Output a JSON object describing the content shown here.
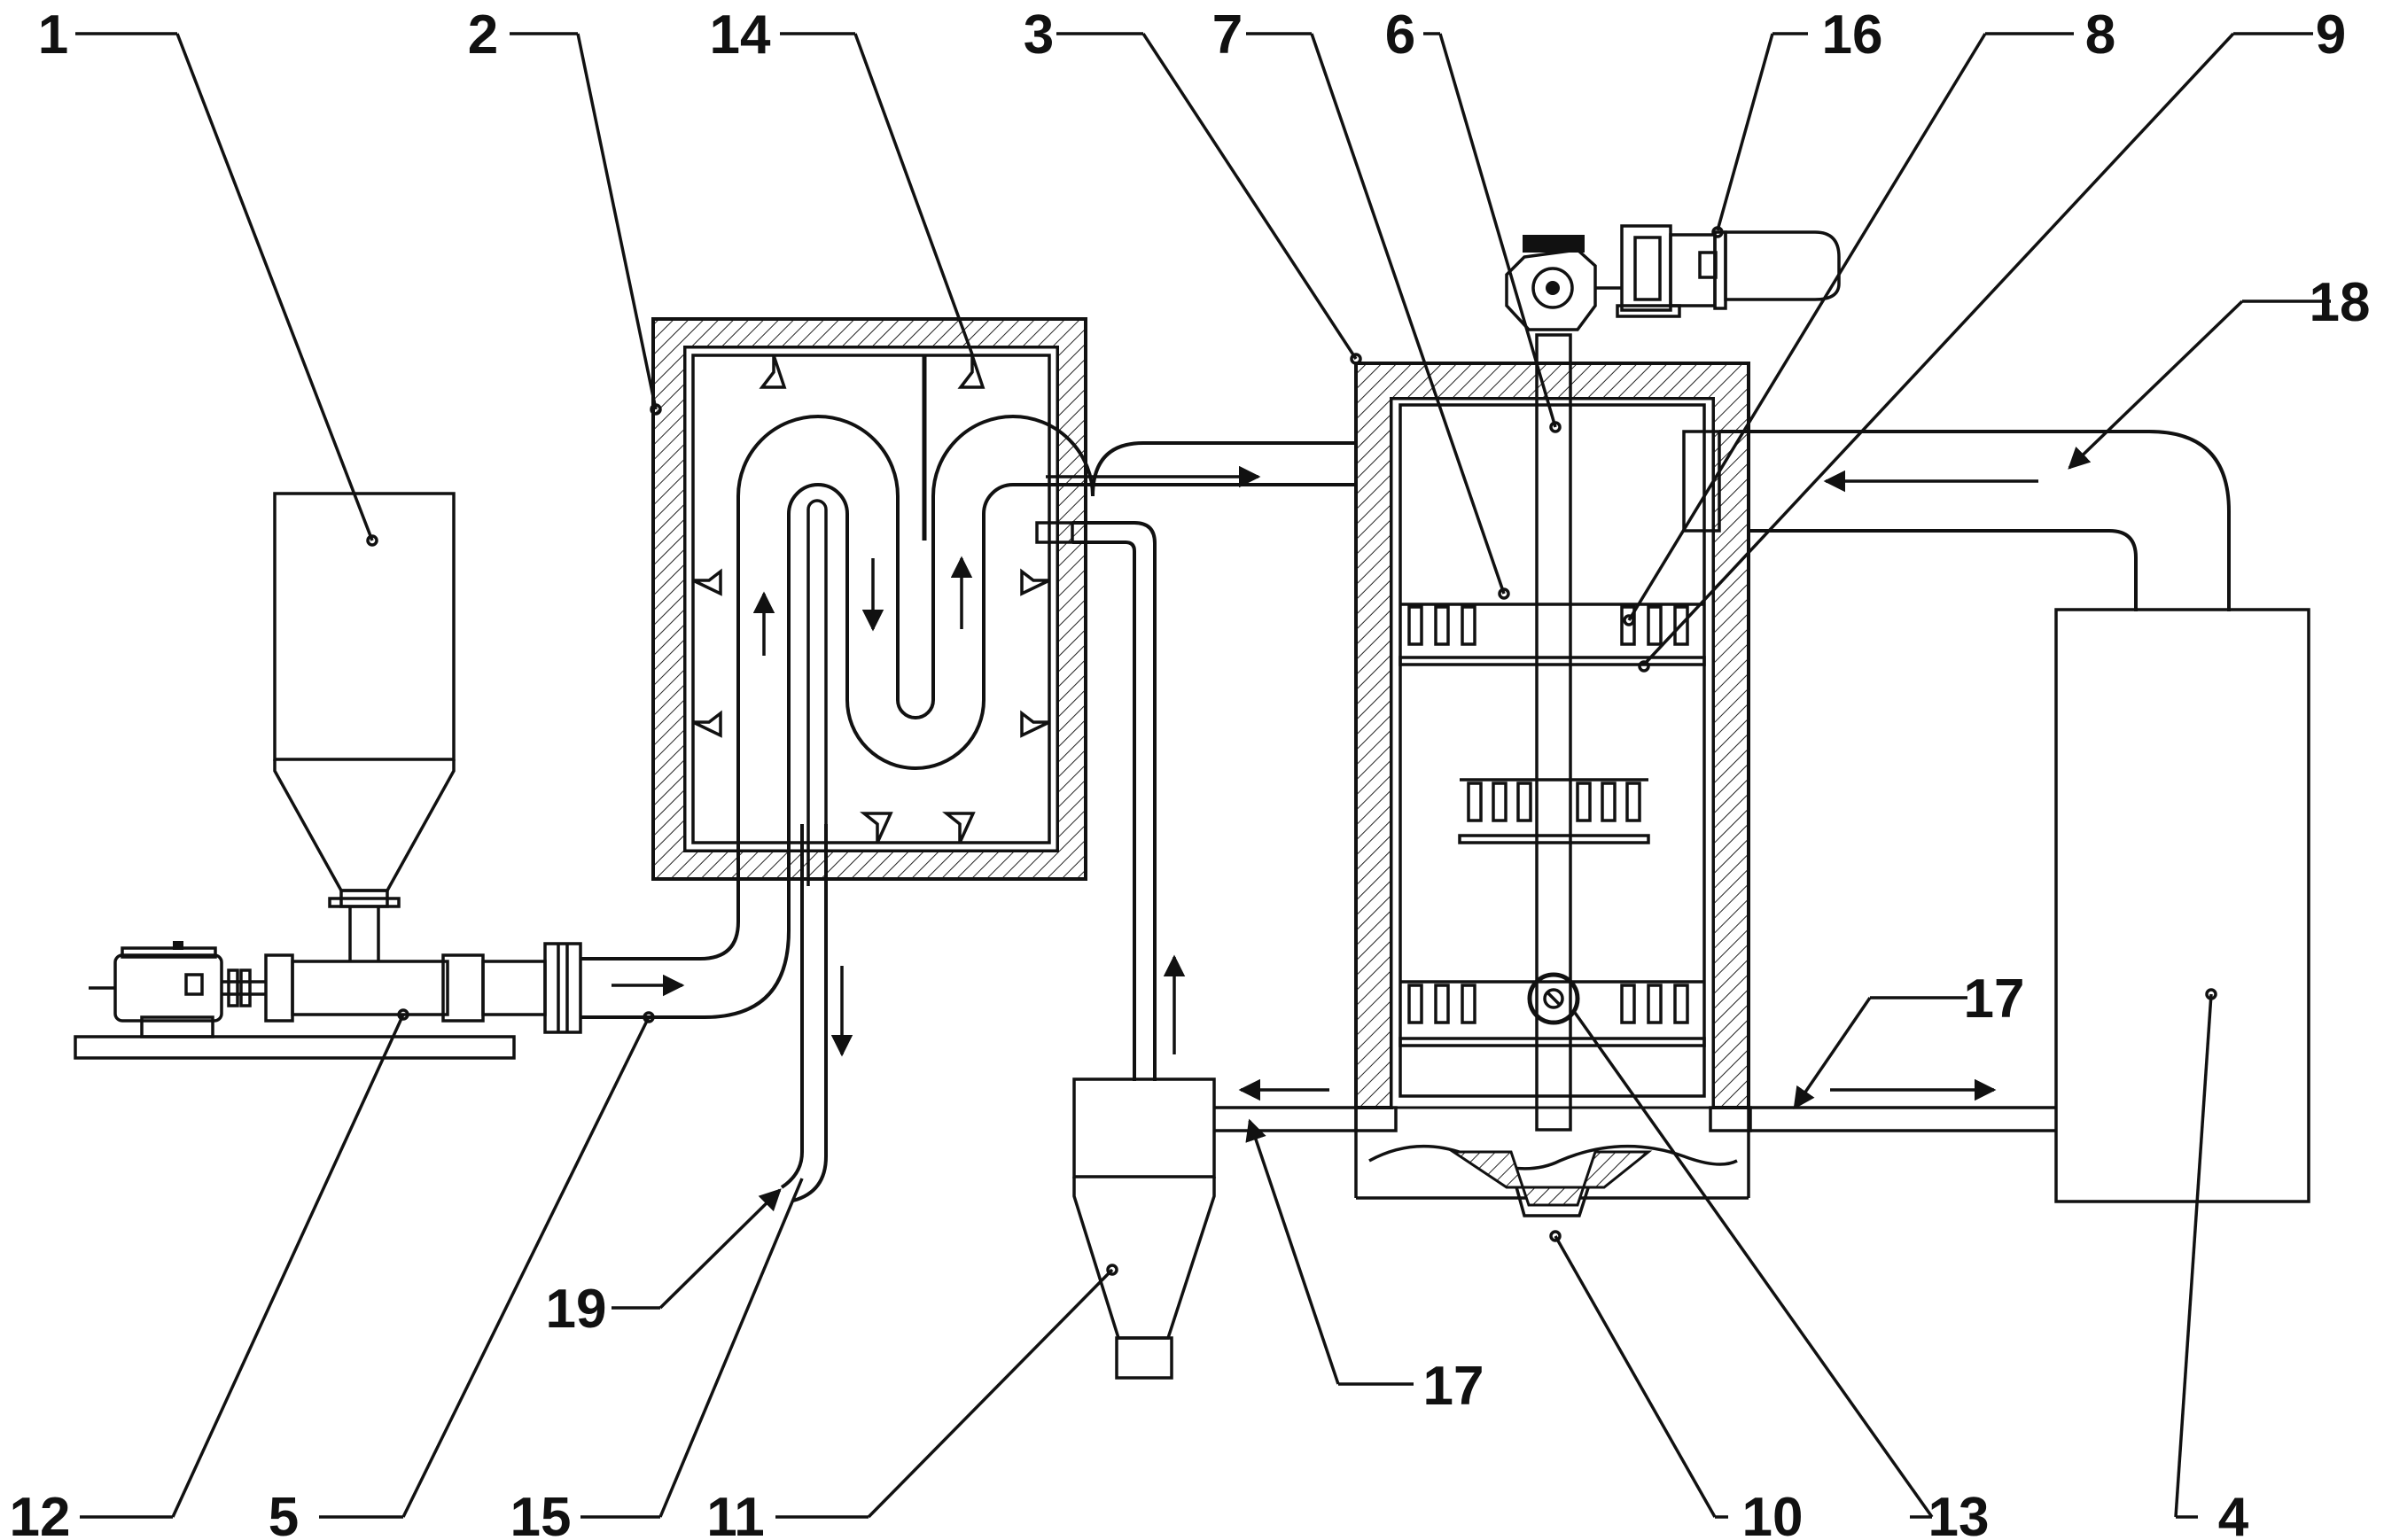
{
  "labels": {
    "l1": "1",
    "l2": "2",
    "l3": "3",
    "l4": "4",
    "l5": "5",
    "l6": "6",
    "l7": "7",
    "l8": "8",
    "l9": "9",
    "l10": "10",
    "l11": "11",
    "l12": "12",
    "l13": "13",
    "l14": "14",
    "l15": "15",
    "l16": "16",
    "l17a": "17",
    "l17b": "17",
    "l18": "18",
    "l19": "19"
  }
}
